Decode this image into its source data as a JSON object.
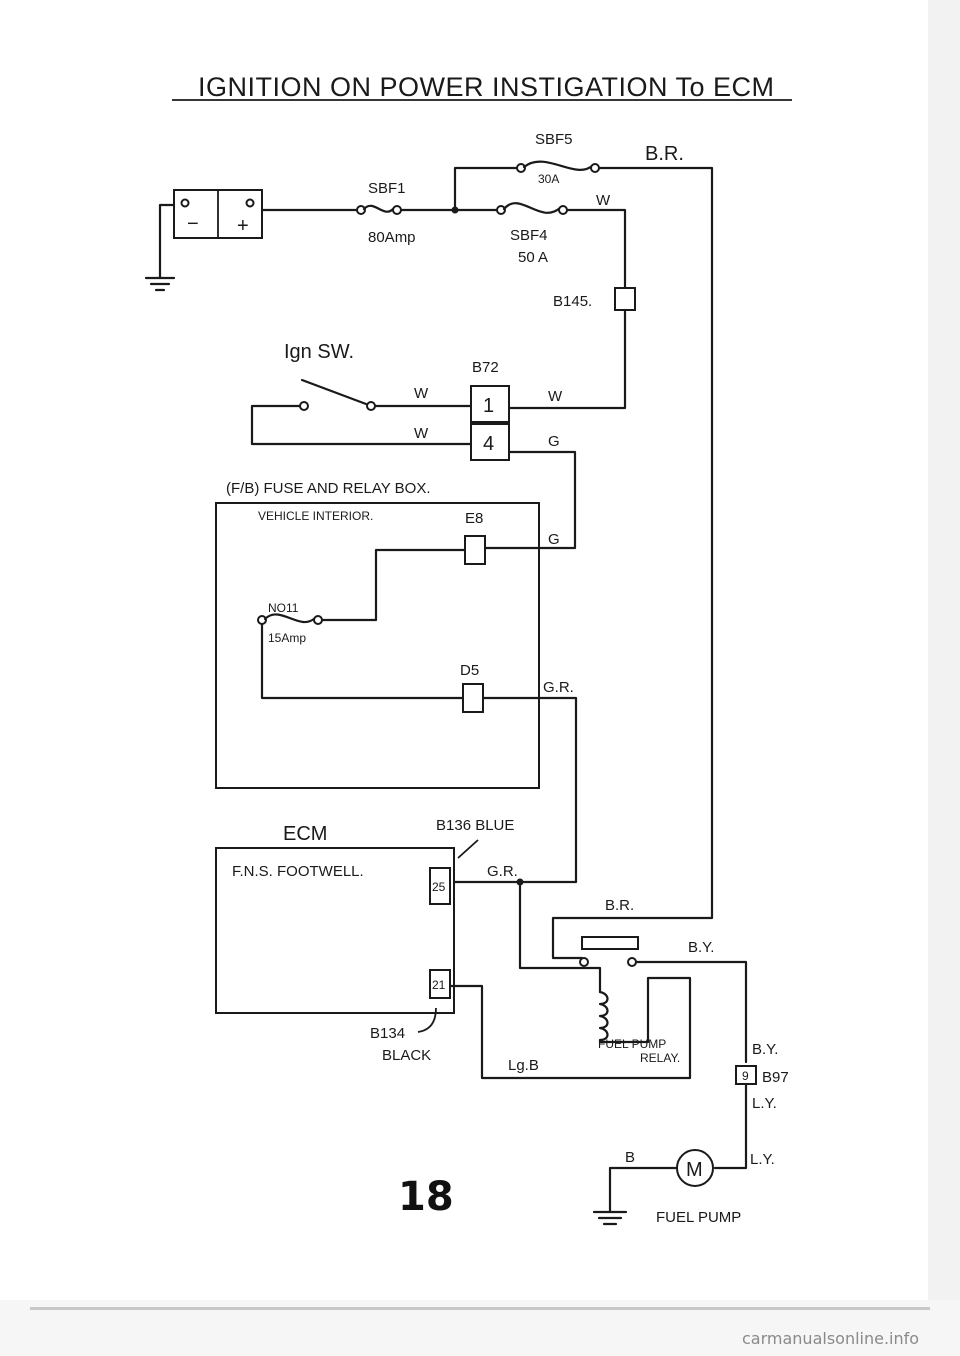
{
  "title": "IGNITION ON POWER INSTIGATION To ECM",
  "page_number": "18",
  "watermark": "carmanualsonline.info",
  "fuses": {
    "sbf5": {
      "name": "SBF5",
      "rating": "30A"
    },
    "sbf1": {
      "name": "SBF1",
      "rating": "80Amp"
    },
    "sbf4": {
      "name": "SBF4",
      "rating": "50 A"
    },
    "no11": {
      "name": "NO11",
      "rating": "15Amp"
    }
  },
  "battery": {
    "neg": "−",
    "pos": "+"
  },
  "connectors": {
    "b145": "B145.",
    "b72": "B72",
    "b72_pin1": "1",
    "b72_pin4": "4",
    "e8": "E8",
    "d5": "D5",
    "b136": "B136 BLUE",
    "pin25": "25",
    "pin21": "21",
    "b134": "B134",
    "b134_color": "BLACK",
    "b97": "B97",
    "b97_pin": "9"
  },
  "switch": {
    "label": "Ign SW."
  },
  "fuse_box": {
    "title": "(F/B) FUSE AND RELAY BOX.",
    "subtitle": "VEHICLE INTERIOR."
  },
  "ecm": {
    "title": "ECM",
    "location": "F.N.S. FOOTWELL."
  },
  "relay": {
    "label": "FUEL PUMP",
    "label2": "RELAY."
  },
  "pump": {
    "symbol": "M",
    "label": "FUEL PUMP"
  },
  "wire_colors": {
    "br_top": "B.R.",
    "w_sbf4": "W",
    "w_sw1": "W",
    "w_sw2": "W",
    "w_b72": "W",
    "g_b72": "G",
    "g_e8": "G",
    "gr_d5": "G.R.",
    "gr_ecm": "G.R.",
    "br_relay": "B.R.",
    "by_relay": "B.Y.",
    "by_b97": "B.Y.",
    "ly_b97": "L.Y.",
    "ly_pump": "L.Y.",
    "b_pump": "B",
    "lgb": "Lg.B"
  }
}
